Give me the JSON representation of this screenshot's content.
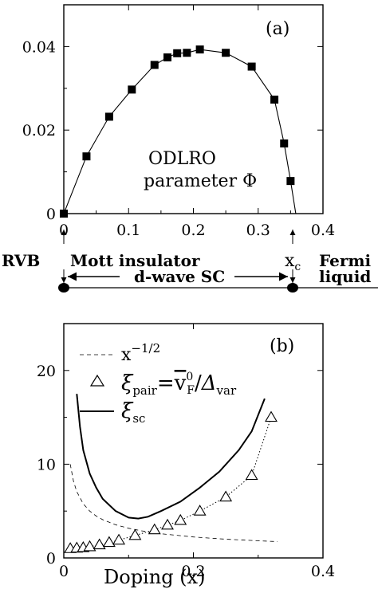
{
  "chart_data": [
    {
      "type": "line",
      "panel_label": "(a)",
      "annotation_lines": [
        "ODLRO",
        "parameter Φ"
      ],
      "xlim": [
        0,
        0.4
      ],
      "ylim": [
        0,
        0.05
      ],
      "xticks": [
        0,
        0.1,
        0.2,
        0.3,
        0.4
      ],
      "xtick_labels": [
        "0",
        "0.1",
        "0.2",
        "0.3",
        "0.4"
      ],
      "yticks": [
        0,
        0.02,
        0.04
      ],
      "ytick_labels": [
        "0",
        "0.02",
        "0.04"
      ],
      "grid": false,
      "series": [
        {
          "marker": "filled-square",
          "x": [
            0.0,
            0.035,
            0.07,
            0.105,
            0.14,
            0.16,
            0.175,
            0.19,
            0.21,
            0.25,
            0.29,
            0.325,
            0.34,
            0.35
          ],
          "y": [
            0.0,
            0.0137,
            0.0232,
            0.0297,
            0.0356,
            0.0374,
            0.0384,
            0.0385,
            0.0393,
            0.0385,
            0.0352,
            0.0273,
            0.0168,
            0.0078
          ]
        }
      ],
      "curve": {
        "x": [
          0.0,
          0.035,
          0.07,
          0.105,
          0.14,
          0.16,
          0.175,
          0.19,
          0.21,
          0.25,
          0.29,
          0.325,
          0.34,
          0.35,
          0.358
        ],
        "y": [
          0.0,
          0.0137,
          0.0232,
          0.0297,
          0.0356,
          0.0374,
          0.0384,
          0.0385,
          0.0393,
          0.0385,
          0.0352,
          0.0273,
          0.0168,
          0.0078,
          0.0
        ]
      }
    },
    {
      "type": "line",
      "panel_label": "(b)",
      "xlabel": "Doping (x)",
      "xlim": [
        0,
        0.4
      ],
      "ylim": [
        0,
        25
      ],
      "xticks": [
        0,
        0.2,
        0.4
      ],
      "xtick_labels": [
        "0",
        "0.2",
        "0.4"
      ],
      "yticks": [
        0,
        10,
        20
      ],
      "ytick_labels": [
        "0",
        "10",
        "20"
      ],
      "grid": false,
      "legend_placement": "top-center",
      "series": [
        {
          "name": "x^-1/2",
          "legend_base": "x",
          "legend_sup": "−1/2",
          "style": "dashed",
          "x": [
            0.01,
            0.015,
            0.02,
            0.03,
            0.04,
            0.05,
            0.06,
            0.08,
            0.1,
            0.12,
            0.15,
            0.2,
            0.25,
            0.3,
            0.33
          ],
          "y": [
            10.0,
            8.16,
            7.07,
            5.77,
            5.0,
            4.47,
            4.08,
            3.54,
            3.16,
            2.89,
            2.58,
            2.24,
            2.0,
            1.83,
            1.74
          ]
        },
        {
          "name": "ξ_pair = v̄_F^0 / Δ_var",
          "legend_xi": "ξ",
          "legend_xi_sub": "pair",
          "legend_eq": "=",
          "legend_v": "v",
          "legend_v_sup": "0",
          "legend_v_sub": "F",
          "legend_div": "/",
          "legend_delta": "Δ",
          "legend_delta_sub": "var",
          "marker": "open-triangle",
          "style": "dotted",
          "x": [
            0.01,
            0.02,
            0.03,
            0.04,
            0.055,
            0.07,
            0.085,
            0.11,
            0.14,
            0.16,
            0.18,
            0.21,
            0.25,
            0.29,
            0.32
          ],
          "y": [
            1.0,
            1.05,
            1.1,
            1.2,
            1.4,
            1.65,
            1.9,
            2.4,
            3.0,
            3.5,
            4.0,
            5.0,
            6.5,
            8.8,
            15.0
          ]
        },
        {
          "name": "ξ_sc",
          "legend_xi": "ξ",
          "legend_xi_sub": "sc",
          "style": "solid",
          "x": [
            0.02,
            0.025,
            0.03,
            0.04,
            0.05,
            0.06,
            0.08,
            0.1,
            0.115,
            0.13,
            0.15,
            0.18,
            0.21,
            0.24,
            0.27,
            0.29,
            0.31
          ],
          "y": [
            17.5,
            14.0,
            11.5,
            9.0,
            7.5,
            6.3,
            5.0,
            4.3,
            4.2,
            4.4,
            5.0,
            6.0,
            7.5,
            9.2,
            11.5,
            13.5,
            17.0
          ]
        }
      ]
    }
  ],
  "phase_diagram": {
    "rvb_label": "RVB",
    "mott_label": "Mott insulator",
    "dwave_label": "d-wave SC",
    "xc_base": "x",
    "xc_sub": "c",
    "fermi_line1": "Fermi",
    "fermi_line2": "liquid",
    "x_dwave_start": 0,
    "x_dwave_end": 0.355
  }
}
